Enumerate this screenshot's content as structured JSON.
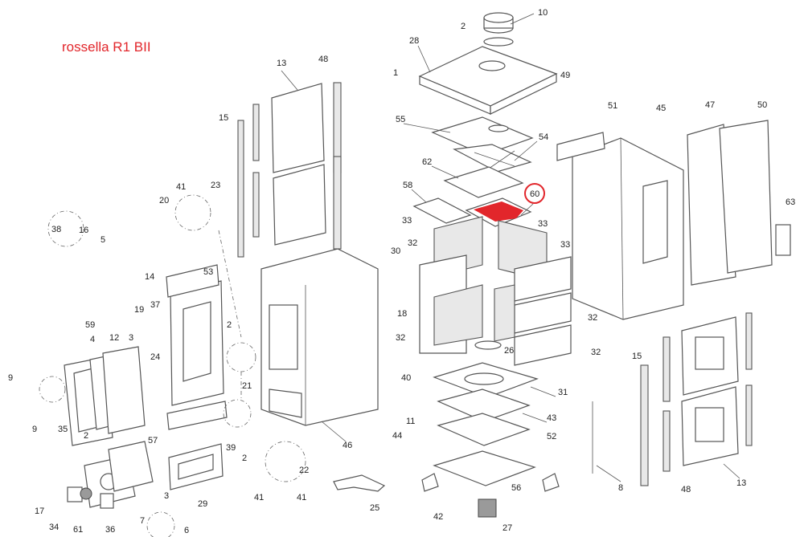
{
  "title": "rossella R1 BII",
  "highlight_color": "#e2262b",
  "highlighted_part": "60",
  "labels": [
    "10",
    "2",
    "28",
    "1",
    "49",
    "13",
    "48",
    "15",
    "55",
    "54",
    "51",
    "45",
    "47",
    "50",
    "62",
    "58",
    "60",
    "41",
    "23",
    "20",
    "33",
    "33",
    "63",
    "38",
    "16",
    "5",
    "32",
    "33",
    "30",
    "53",
    "14",
    "37",
    "19",
    "18",
    "32",
    "2",
    "59",
    "4",
    "12",
    "3",
    "24",
    "32",
    "26",
    "32",
    "15",
    "9",
    "21",
    "40",
    "31",
    "11",
    "43",
    "44",
    "9",
    "35",
    "2",
    "57",
    "46",
    "52",
    "39",
    "2",
    "22",
    "41",
    "41",
    "3",
    "29",
    "25",
    "8",
    "48",
    "13",
    "56",
    "17",
    "42",
    "34",
    "61",
    "36",
    "7",
    "6",
    "27"
  ]
}
